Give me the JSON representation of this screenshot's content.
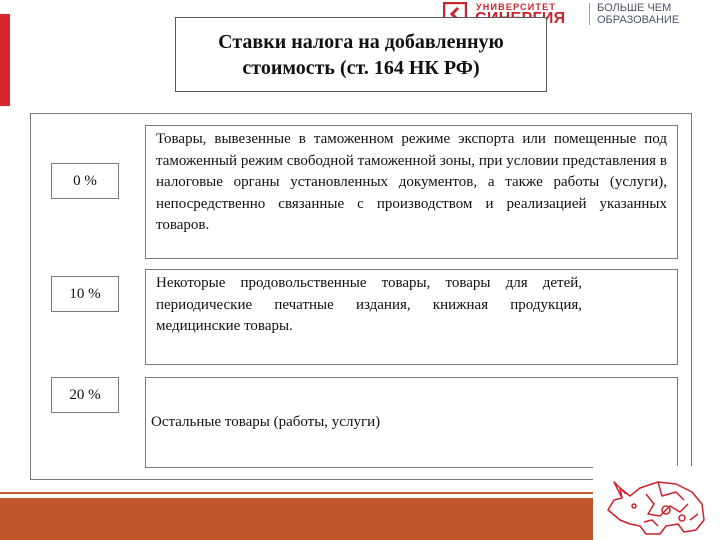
{
  "logo": {
    "line1": "УНИВЕРСИТЕТ",
    "line2": "СИНЕРГИЯ",
    "tagline1": "БОЛЬШЕ ЧЕМ",
    "tagline2": "ОБРАЗОВАНИЕ",
    "brand_color": "#c9232d"
  },
  "title": "Ставки налога на добавленную стоимость (ст. 164 НК РФ)",
  "rates": [
    {
      "rate": "0 %",
      "description": "Товары, вывезенные в таможенном режиме экспорта или помещенные под таможенный режим свободной таможенной зоны, при условии представления в налоговые органы установленных документов, а также работы (услуги), непосредственно связанные с производством и реализацией указанных товаров."
    },
    {
      "rate": "10 %",
      "description": "Некоторые продовольственные товары, товары для детей, периодические печатные издания, книжная продукция, медицинские товары."
    },
    {
      "rate": "20 %",
      "description": "Остальные товары (работы, услуги)"
    }
  ],
  "colors": {
    "accent_red": "#d7262e",
    "footer_orange": "#c0582c",
    "border_gray": "#7a7a7a"
  },
  "icons": {
    "logo": "synergy-logo-icon",
    "mascot": "rhino-icon"
  }
}
